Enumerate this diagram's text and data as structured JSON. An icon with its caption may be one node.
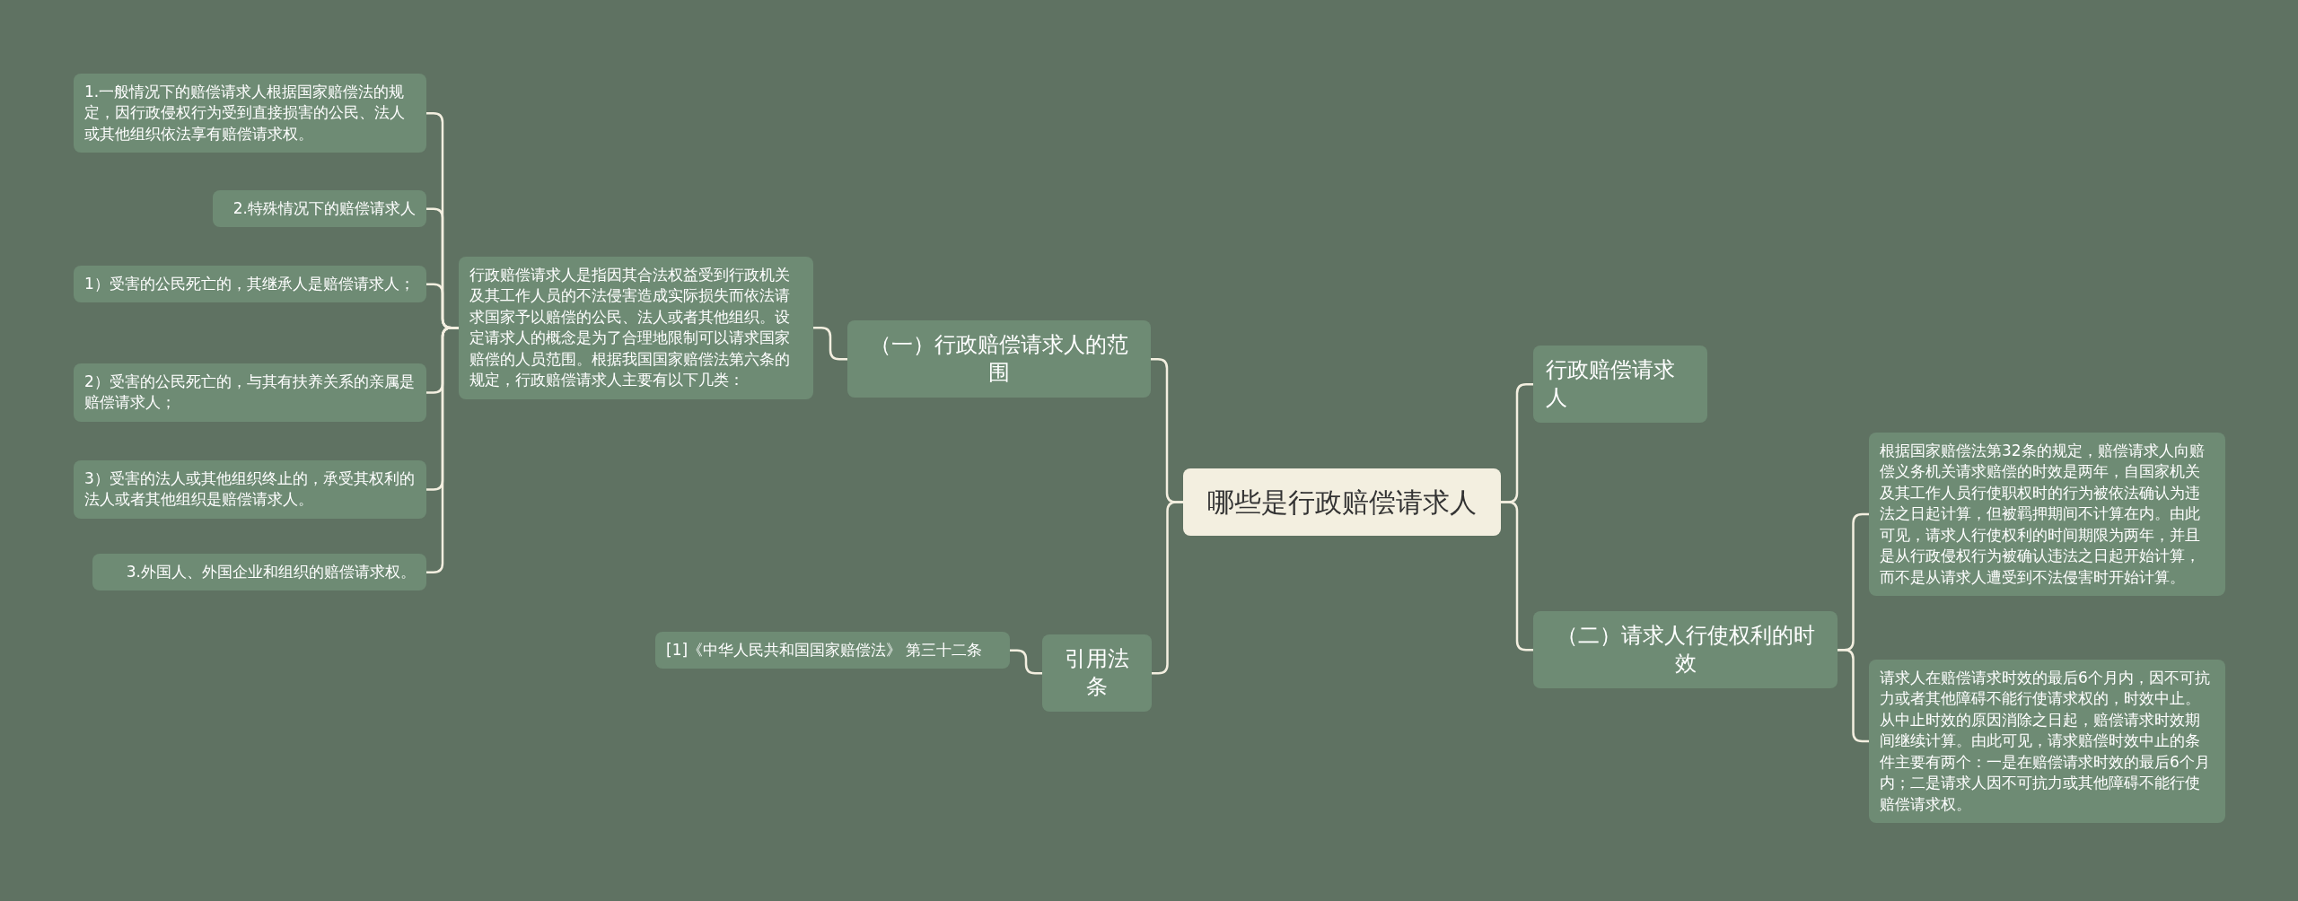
{
  "diagram": {
    "nodes": [
      {
        "text": [
          "哪些是行政赔偿请求人"
        ]
      },
      {
        "text": [
          "（一）行政赔偿请求人的范围"
        ]
      },
      {
        "text": [
          "行政赔偿请求人是指因其合法权益受到行政机关及其工作人员的不法侵害造成实际损失而依法请求国家予以赔偿的公民、法人或者其他组织。设定请求人的概念是为了合理地限制可以请求国家赔偿的人员范围。根据我国国家赔偿法第六条的规定，行政赔偿请求人主要有以下几类："
        ]
      },
      {
        "text": [
          "1.一般情况下的赔偿请求人根据国家赔偿法的规定，因行政侵权行为受到直接损害的公民、法人或其他组织依法享有赔偿请求权。"
        ]
      },
      {
        "text": [
          "2.特殊情况下的赔偿请求人"
        ]
      },
      {
        "text": [
          "1）受害的公民死亡的，其继承人是赔偿请求人；"
        ]
      },
      {
        "text": [
          "2）受害的公民死亡的，与其有扶养关系的亲属是赔偿请求人；"
        ]
      },
      {
        "text": [
          "3）受害的法人或其他组织终止的，承受其权利的法人或者其他组织是赔偿请求人。"
        ]
      },
      {
        "text": [
          "3.外国人、外国企业和组织的赔偿请求权。"
        ]
      },
      {
        "text": [
          "引用法条"
        ]
      },
      {
        "text": [
          "[1]《中华人民共和国国家赔偿法》 第三十二条"
        ]
      },
      {
        "text": [
          "行政赔偿请求人"
        ]
      },
      {
        "text": [
          "（二）请求人行使权利的时效"
        ]
      },
      {
        "text": [
          "根据国家赔偿法第32条的规定，赔偿请求人向赔偿义务机关请求赔偿的时效是两年，自国家机关及其工作人员行使职权时的行为被依法确认为违法之日起计算，但被羁押期间不计算在内。由此可见，请求人行使权利的时间期限为两年，并且是从行政侵权行为被确认违法之日起开始计算，而不是从请求人遭受到不法侵害时开始计算。"
        ]
      },
      {
        "text": [
          "请求人在赔偿请求时效的最后6个月内，因不可抗力或者其他障碍不能行使请求权的，时效中止。从中止时效的原因消除之日起，赔偿请求时效期间继续计算。由此可见，请求赔偿时效中止的条件主要有两个：一是在赔偿请求时效的最后6个月内；二是请求人因不可抗力或其他障碍不能行使赔偿请求权。"
        ]
      }
    ],
    "edges": [
      {
        "from": 0,
        "to": 1,
        "arrow": "none"
      },
      {
        "from": 1,
        "to": 2,
        "arrow": "none"
      },
      {
        "from": 2,
        "to": 3,
        "arrow": "none"
      },
      {
        "from": 2,
        "to": 4,
        "arrow": "none"
      },
      {
        "from": 2,
        "to": 5,
        "arrow": "none"
      },
      {
        "from": 2,
        "to": 6,
        "arrow": "none"
      },
      {
        "from": 2,
        "to": 7,
        "arrow": "none"
      },
      {
        "from": 2,
        "to": 8,
        "arrow": "none"
      },
      {
        "from": 0,
        "to": 9,
        "arrow": "none"
      },
      {
        "from": 9,
        "to": 10,
        "arrow": "none"
      },
      {
        "from": 0,
        "to": 11,
        "arrow": "none"
      },
      {
        "from": 0,
        "to": 12,
        "arrow": "none"
      },
      {
        "from": 12,
        "to": 13,
        "arrow": "none"
      },
      {
        "from": 12,
        "to": 14,
        "arrow": "none"
      }
    ]
  }
}
